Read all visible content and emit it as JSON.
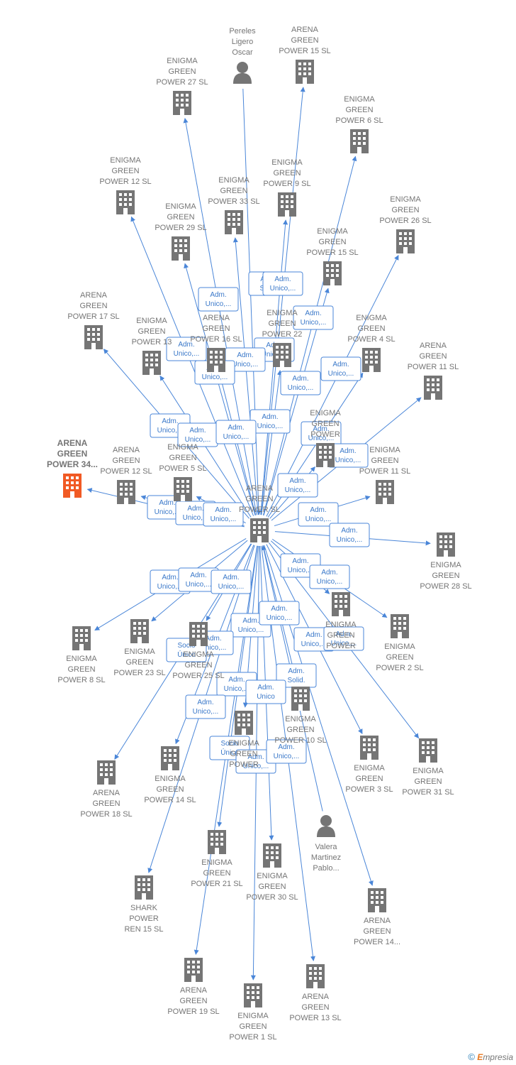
{
  "colors": {
    "edge": "#4a86d8",
    "node": "#757575",
    "focus": "#f15a24",
    "edge_text": "#3a78c9"
  },
  "center": "c",
  "nodes": [
    {
      "id": "c",
      "type": "company",
      "lines": [
        "ARENA",
        "GREEN",
        "POWER  SL"
      ]
    },
    {
      "id": "n1",
      "type": "person",
      "lines": [
        "Pereles",
        "Ligero",
        "Oscar"
      ]
    },
    {
      "id": "n2",
      "type": "company",
      "lines": [
        "ARENA",
        "GREEN",
        "POWER 15  SL"
      ]
    },
    {
      "id": "n3",
      "type": "company",
      "lines": [
        "ENIGMA",
        "GREEN",
        "POWER 27  SL"
      ]
    },
    {
      "id": "n4",
      "type": "company",
      "lines": [
        "ENIGMA",
        "GREEN",
        "POWER 6  SL"
      ]
    },
    {
      "id": "n5",
      "type": "company",
      "lines": [
        "ENIGMA",
        "GREEN",
        "POWER 12  SL"
      ]
    },
    {
      "id": "n6",
      "type": "company",
      "lines": [
        "ENIGMA",
        "GREEN",
        "POWER 9  SL"
      ]
    },
    {
      "id": "n7",
      "type": "company",
      "lines": [
        "ENIGMA",
        "GREEN",
        "POWER 33  SL"
      ]
    },
    {
      "id": "n8",
      "type": "company",
      "lines": [
        "ENIGMA",
        "GREEN",
        "POWER 29  SL"
      ]
    },
    {
      "id": "n9",
      "type": "company",
      "lines": [
        "ENIGMA",
        "GREEN",
        "POWER 26  SL"
      ]
    },
    {
      "id": "n10",
      "type": "company",
      "lines": [
        "ENIGMA",
        "GREEN",
        "POWER 15  SL"
      ]
    },
    {
      "id": "n11",
      "type": "company",
      "lines": [
        "ARENA",
        "GREEN",
        "POWER 17  SL"
      ]
    },
    {
      "id": "n12",
      "type": "company",
      "lines": [
        "ENIGMA",
        "GREEN",
        "POWER 13"
      ]
    },
    {
      "id": "n13",
      "type": "company",
      "lines": [
        "ARENA",
        "GREEN",
        "POWER 16  SL"
      ]
    },
    {
      "id": "n14",
      "type": "company",
      "lines": [
        "ENIGMA",
        "GREEN",
        "POWER 22"
      ]
    },
    {
      "id": "n15",
      "type": "company",
      "lines": [
        "ENIGMA",
        "GREEN",
        "POWER 4  SL"
      ]
    },
    {
      "id": "n16",
      "type": "company",
      "lines": [
        "ARENA",
        "GREEN",
        "POWER 11  SL"
      ]
    },
    {
      "id": "n17",
      "type": "company",
      "focus": true,
      "lines": [
        "ARENA",
        "GREEN",
        "POWER 34..."
      ]
    },
    {
      "id": "n18",
      "type": "company",
      "lines": [
        "ARENA",
        "GREEN",
        "POWER 12  SL"
      ]
    },
    {
      "id": "n19",
      "type": "company",
      "lines": [
        "ENIGMA",
        "GREEN",
        "POWER 5  SL"
      ]
    },
    {
      "id": "n20",
      "type": "company",
      "lines": [
        "ENIGMA",
        "GREEN",
        "POWER"
      ]
    },
    {
      "id": "n21",
      "type": "company",
      "lines": [
        "ENIGMA",
        "GREEN",
        "POWER 11  SL"
      ]
    },
    {
      "id": "n22",
      "type": "company",
      "lines": [
        "ENIGMA",
        "GREEN",
        "POWER 28  SL"
      ]
    },
    {
      "id": "n23",
      "type": "company",
      "lines": [
        "ENIGMA",
        "GREEN",
        "POWER 8  SL"
      ]
    },
    {
      "id": "n24",
      "type": "company",
      "lines": [
        "ENIGMA",
        "GREEN",
        "POWER 23  SL"
      ]
    },
    {
      "id": "n25",
      "type": "company",
      "lines": [
        "ENIGMA",
        "GREEN",
        "POWER 25  SL"
      ]
    },
    {
      "id": "n26",
      "type": "company",
      "lines": [
        "ENIGMA",
        "GREEN",
        "POWER"
      ]
    },
    {
      "id": "n27",
      "type": "company",
      "lines": [
        "ENIGMA",
        "GREEN",
        "POWER 2  SL"
      ]
    },
    {
      "id": "n28",
      "type": "company",
      "lines": [
        "ENIGMA",
        "GREEN",
        "POWER 10  SL"
      ]
    },
    {
      "id": "n29",
      "type": "company",
      "lines": [
        "ENIGMA",
        "GREEN",
        "POWER"
      ]
    },
    {
      "id": "n30",
      "type": "company",
      "lines": [
        "ARENA",
        "GREEN",
        "POWER 18  SL"
      ]
    },
    {
      "id": "n31",
      "type": "company",
      "lines": [
        "ENIGMA",
        "GREEN",
        "POWER 14  SL"
      ]
    },
    {
      "id": "n32",
      "type": "company",
      "lines": [
        "ENIGMA",
        "GREEN",
        "POWER 3  SL"
      ]
    },
    {
      "id": "n33",
      "type": "company",
      "lines": [
        "ENIGMA",
        "GREEN",
        "POWER 31  SL"
      ]
    },
    {
      "id": "n34",
      "type": "company",
      "lines": [
        "ENIGMA",
        "GREEN",
        "POWER 21  SL"
      ]
    },
    {
      "id": "n35",
      "type": "company",
      "lines": [
        "ENIGMA",
        "GREEN",
        "POWER 30  SL"
      ]
    },
    {
      "id": "n36",
      "type": "person",
      "lines": [
        "Valera",
        "Martinez",
        "Pablo..."
      ]
    },
    {
      "id": "n37",
      "type": "company",
      "lines": [
        "SHARK",
        "POWER",
        "REN 15  SL"
      ]
    },
    {
      "id": "n38",
      "type": "company",
      "lines": [
        "ARENA",
        "GREEN",
        "POWER 14..."
      ]
    },
    {
      "id": "n39",
      "type": "company",
      "lines": [
        "ARENA",
        "GREEN",
        "POWER 19  SL"
      ]
    },
    {
      "id": "n40",
      "type": "company",
      "lines": [
        "ENIGMA",
        "GREEN",
        "POWER 1  SL"
      ]
    },
    {
      "id": "n41",
      "type": "company",
      "lines": [
        "ARENA",
        "GREEN",
        "POWER 13  SL"
      ]
    }
  ],
  "edges": [
    {
      "from": "n1",
      "to": "c"
    },
    {
      "from": "c",
      "to": "n2"
    },
    {
      "from": "c",
      "to": "n3"
    },
    {
      "from": "c",
      "to": "n4"
    },
    {
      "from": "c",
      "to": "n5"
    },
    {
      "from": "c",
      "to": "n6"
    },
    {
      "from": "c",
      "to": "n7"
    },
    {
      "from": "c",
      "to": "n8"
    },
    {
      "from": "c",
      "to": "n9"
    },
    {
      "from": "c",
      "to": "n10"
    },
    {
      "from": "c",
      "to": "n11"
    },
    {
      "from": "c",
      "to": "n12"
    },
    {
      "from": "c",
      "to": "n13"
    },
    {
      "from": "c",
      "to": "n14"
    },
    {
      "from": "c",
      "to": "n15"
    },
    {
      "from": "c",
      "to": "n16"
    },
    {
      "from": "c",
      "to": "n17"
    },
    {
      "from": "c",
      "to": "n18"
    },
    {
      "from": "c",
      "to": "n19"
    },
    {
      "from": "c",
      "to": "n20"
    },
    {
      "from": "c",
      "to": "n21"
    },
    {
      "from": "c",
      "to": "n22"
    },
    {
      "from": "c",
      "to": "n23"
    },
    {
      "from": "c",
      "to": "n24"
    },
    {
      "from": "c",
      "to": "n25"
    },
    {
      "from": "c",
      "to": "n26"
    },
    {
      "from": "c",
      "to": "n27"
    },
    {
      "from": "c",
      "to": "n28"
    },
    {
      "from": "c",
      "to": "n29"
    },
    {
      "from": "c",
      "to": "n30"
    },
    {
      "from": "c",
      "to": "n31"
    },
    {
      "from": "c",
      "to": "n32"
    },
    {
      "from": "c",
      "to": "n33"
    },
    {
      "from": "c",
      "to": "n34"
    },
    {
      "from": "c",
      "to": "n35"
    },
    {
      "from": "n36",
      "to": "c"
    },
    {
      "from": "c",
      "to": "n37"
    },
    {
      "from": "c",
      "to": "n38"
    },
    {
      "from": "c",
      "to": "n39"
    },
    {
      "from": "c",
      "to": "n40"
    },
    {
      "from": "c",
      "to": "n41"
    }
  ],
  "edge_labels": [
    {
      "lines": [
        "Adm.",
        "Solid."
      ]
    },
    {
      "lines": [
        "Adm.",
        "Unico,..."
      ]
    },
    {
      "lines": [
        "Adm.",
        "Unico,..."
      ]
    },
    {
      "lines": [
        "Adm.",
        "Unico,..."
      ]
    },
    {
      "lines": [
        "Adm.",
        "Unico,..."
      ]
    },
    {
      "lines": [
        "Adm.",
        "Unico,..."
      ]
    },
    {
      "lines": [
        "Adm.",
        "Unico,..."
      ]
    },
    {
      "lines": [
        "Adm.",
        "Unico,..."
      ]
    },
    {
      "lines": [
        "Adm.",
        "Unico,..."
      ]
    },
    {
      "lines": [
        "Adm.",
        "Unico,..."
      ]
    },
    {
      "lines": [
        "Adm.",
        "Unico,..."
      ]
    },
    {
      "lines": [
        "Adm.",
        "Unico,..."
      ]
    },
    {
      "lines": [
        "Adm.",
        "Unico,..."
      ]
    },
    {
      "lines": [
        "Adm.",
        "Unico,..."
      ]
    },
    {
      "lines": [
        "Adm.",
        "Unico,..."
      ]
    },
    {
      "lines": [
        "Adm.",
        "Unico,..."
      ]
    },
    {
      "lines": [
        "Adm.",
        "Unico,..."
      ]
    },
    {
      "lines": [
        "Adm.",
        "Unico,..."
      ]
    },
    {
      "lines": [
        "Adm.",
        "Unico,..."
      ]
    },
    {
      "lines": [
        "Adm.",
        "Unico,..."
      ]
    },
    {
      "lines": [
        "Adm.",
        "Unico,..."
      ]
    },
    {
      "lines": [
        "Adm.",
        "Unico,..."
      ]
    },
    {
      "lines": [
        "Adm.",
        "Unico,..."
      ]
    },
    {
      "lines": [
        "Adm.",
        "Unico,..."
      ]
    },
    {
      "lines": [
        "Adm.",
        "Unico,..."
      ]
    },
    {
      "lines": [
        "Adm.",
        "Unico,..."
      ]
    },
    {
      "lines": [
        "Adm.",
        "Unico,..."
      ]
    },
    {
      "lines": [
        "Adm.",
        "Unico,..."
      ]
    },
    {
      "lines": [
        "Adm.",
        "Unico,..."
      ]
    },
    {
      "lines": [
        "Adm.",
        "Unico,..."
      ]
    },
    {
      "lines": [
        "Socio",
        "Único"
      ]
    },
    {
      "lines": [
        "Adm.",
        "Unico,..."
      ]
    },
    {
      "lines": [
        "Adm.",
        "Unico,..."
      ]
    },
    {
      "lines": [
        "Adm.",
        "Solid."
      ]
    },
    {
      "lines": [
        "Adm.",
        "Unico,..."
      ]
    },
    {
      "lines": [
        "Adm.",
        "Unico"
      ]
    },
    {
      "lines": [
        "Adm.",
        "Unico,..."
      ]
    },
    {
      "lines": [
        "Socio",
        "Único"
      ]
    },
    {
      "lines": [
        "Adm.",
        "Unico,..."
      ]
    },
    {
      "lines": [
        "Adm.",
        "Unico,..."
      ]
    }
  ],
  "footer": {
    "copyright": "©",
    "brand_initial": "E",
    "brand_rest": "mpresia"
  }
}
